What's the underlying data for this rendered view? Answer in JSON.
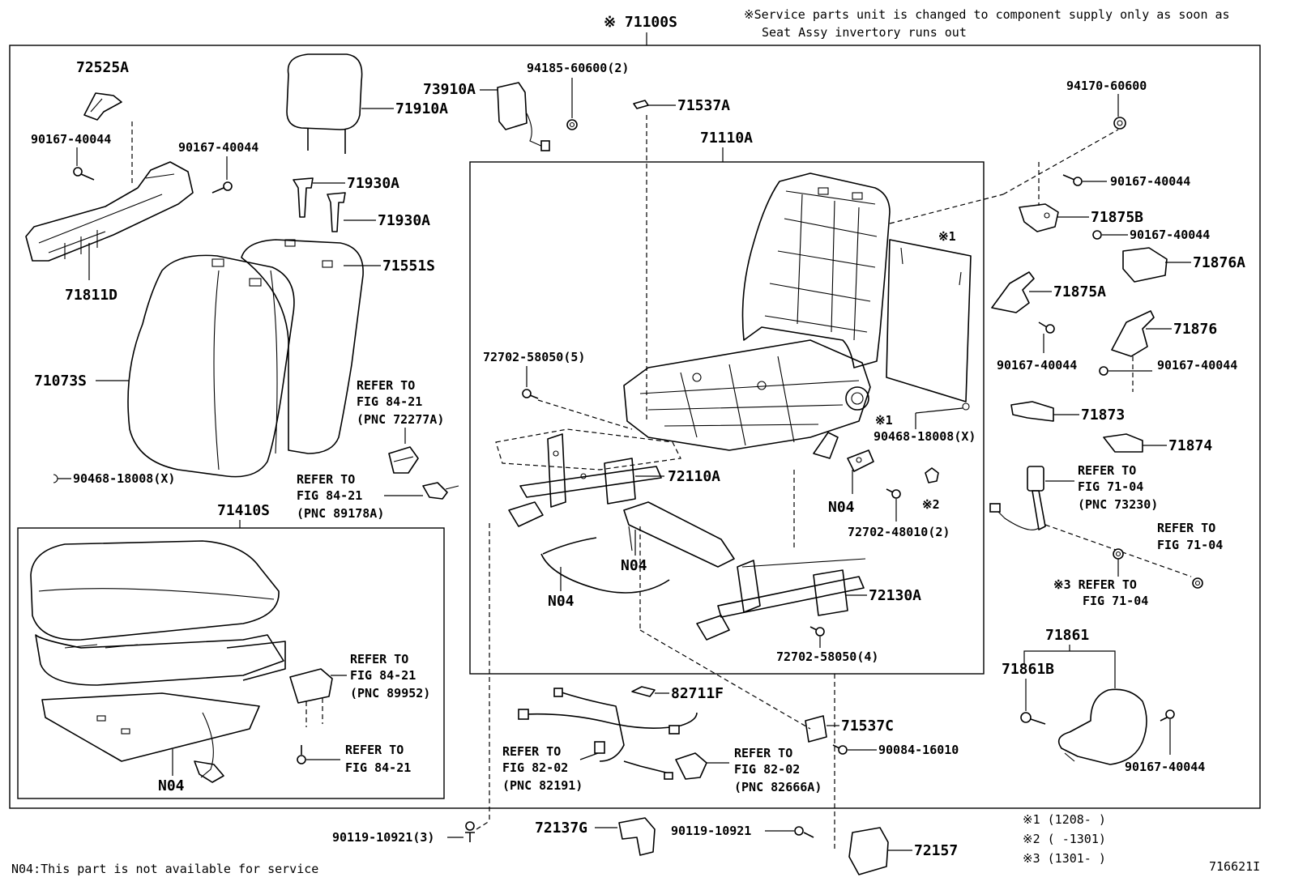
{
  "header": {
    "group_code": "※ 71100S",
    "service_note_line1": "※Service parts unit is changed to component supply only as soon as",
    "service_note_line2": "Seat Assy invertory runs out"
  },
  "parts": {
    "p72525A": "72525A",
    "p90167_a": "90167-40044",
    "p90167_b": "90167-40044",
    "p71811D": "71811D",
    "p71910A": "71910A",
    "p71930A_1": "71930A",
    "p71930A_2": "71930A",
    "p71551S": "71551S",
    "p71073S": "71073S",
    "p90468_a": "90468-18008(X)",
    "p73910A": "73910A",
    "p94185": "94185-60600(2)",
    "p71537A": "71537A",
    "p71110A": "71110A",
    "p94170": "94170-60600",
    "p90167_c": "90167-40044",
    "p71875B": "71875B",
    "p90167_d": "90167-40044",
    "p71876A": "71876A",
    "p71875A": "71875A",
    "p71876": "71876",
    "p90167_e": "90167-40044",
    "p90167_f": "90167-40044",
    "p90468_b": "90468-18008(X)",
    "p71873": "71873",
    "p71874": "71874",
    "p72702_5": "72702-58050(5)",
    "p72110A": "72110A",
    "pN04_a": "N04",
    "p72702_48010": "72702-48010(2)",
    "pN04_b": "N04",
    "pN04_c": "N04",
    "p72130A": "72130A",
    "p72702_4": "72702-58050(4)",
    "p71410S": "71410S",
    "pN04_d": "N04",
    "p82711F": "82711F",
    "p71537C": "71537C",
    "p90084": "90084-16010",
    "p71861": "71861",
    "p71861B": "71861B",
    "p90167_g": "90167-40044",
    "p90119_3": "90119-10921(3)",
    "p72137G": "72137G",
    "p90119": "90119-10921",
    "p72157": "72157"
  },
  "markers": {
    "m1a": "※1",
    "m1b": "※1",
    "m2": "※2"
  },
  "refs": {
    "r1_a": "REFER TO",
    "r1_b": "FIG 84-21",
    "r1_c": "(PNC 72277A)",
    "r2_a": "REFER TO",
    "r2_b": "FIG 84-21",
    "r2_c": "(PNC 89178A)",
    "r3_a": "REFER TO",
    "r3_b": "FIG 84-21",
    "r3_c": "(PNC 89952)",
    "r4_a": "REFER TO",
    "r4_b": "FIG 84-21",
    "r5_a": "REFER TO",
    "r5_b": "FIG 71-04",
    "r5_c": "(PNC 73230)",
    "r6_a": "REFER TO",
    "r6_b": "FIG 71-04",
    "r7_a": "※3 REFER TO",
    "r7_b": "FIG 71-04",
    "r8_a": "REFER TO",
    "r8_b": "FIG 82-02",
    "r8_c": "(PNC 82191)",
    "r9_a": "REFER TO",
    "r9_b": "FIG 82-02",
    "r9_c": "(PNC 82666A)"
  },
  "legend": {
    "l1": "※1 (1208-    )",
    "l2": "※2 (     -1301)",
    "l3": "※3 (1301-    )"
  },
  "footer": {
    "note": "N04:This part is not available for service",
    "figure_id": "716621I"
  }
}
